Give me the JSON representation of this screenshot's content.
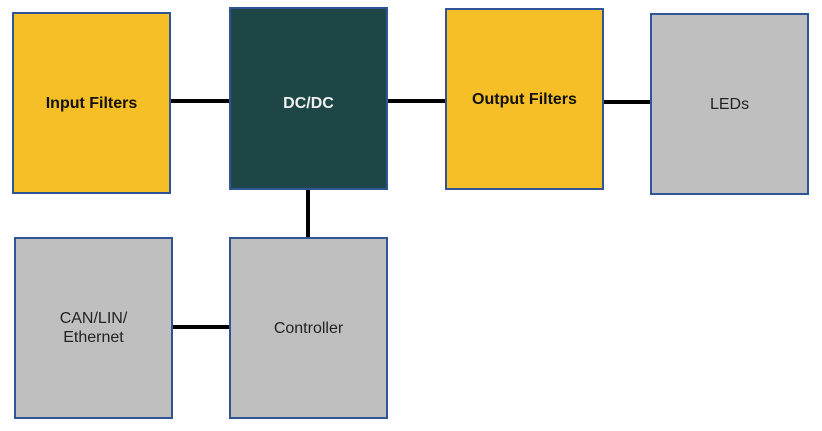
{
  "diagram": {
    "blocks": {
      "input_filters": {
        "label": "Input Filters"
      },
      "dcdc": {
        "label": "DC/DC"
      },
      "output_filters": {
        "label": "Output Filters"
      },
      "leds": {
        "label": "LEDs"
      },
      "can": {
        "label": "CAN/LIN/\nEthernet",
        "line1": "CAN/LIN/",
        "line2": "Ethernet"
      },
      "controller": {
        "label": "Controller"
      }
    },
    "connections": [
      [
        "Input Filters",
        "DC/DC"
      ],
      [
        "DC/DC",
        "Output Filters"
      ],
      [
        "Output Filters",
        "LEDs"
      ],
      [
        "DC/DC",
        "Controller"
      ],
      [
        "CAN/LIN/Ethernet",
        "Controller"
      ]
    ],
    "colors": {
      "filter": "#f6be27",
      "converter": "#1e4646",
      "other": "#bfbfbf",
      "border": "#2f5597"
    }
  }
}
